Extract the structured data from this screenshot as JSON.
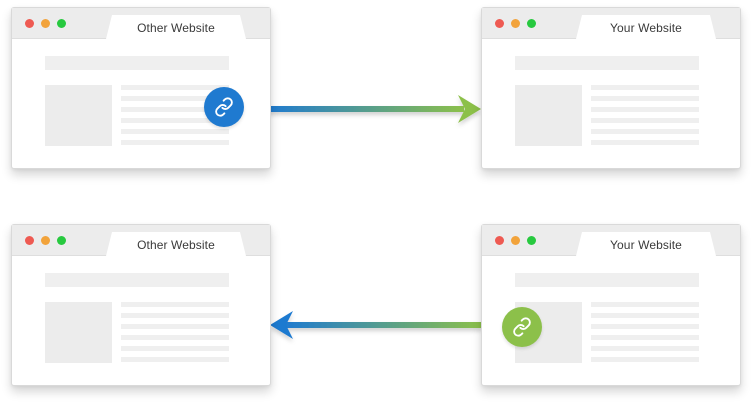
{
  "diagram": {
    "browsers": [
      {
        "id": "top-left",
        "label": "Other Website"
      },
      {
        "id": "top-right",
        "label": "Your Website"
      },
      {
        "id": "bottom-left",
        "label": "Other Website"
      },
      {
        "id": "bottom-right",
        "label": "Your Website"
      }
    ],
    "window_dots": [
      "#ee5a52",
      "#f2a33b",
      "#27c93f"
    ],
    "link_icons": [
      {
        "location": "top-left",
        "icon": "link-icon",
        "color": "#1f7ad0"
      },
      {
        "location": "bottom-right",
        "icon": "link-icon",
        "color": "#8cc04a"
      }
    ],
    "arrows": [
      {
        "from": "top-left",
        "to": "top-right",
        "gradient": [
          "#1f7ad0",
          "#8cc04a"
        ]
      },
      {
        "from": "bottom-right",
        "to": "bottom-left",
        "gradient": [
          "#8cc04a",
          "#1f7ad0"
        ]
      }
    ]
  }
}
